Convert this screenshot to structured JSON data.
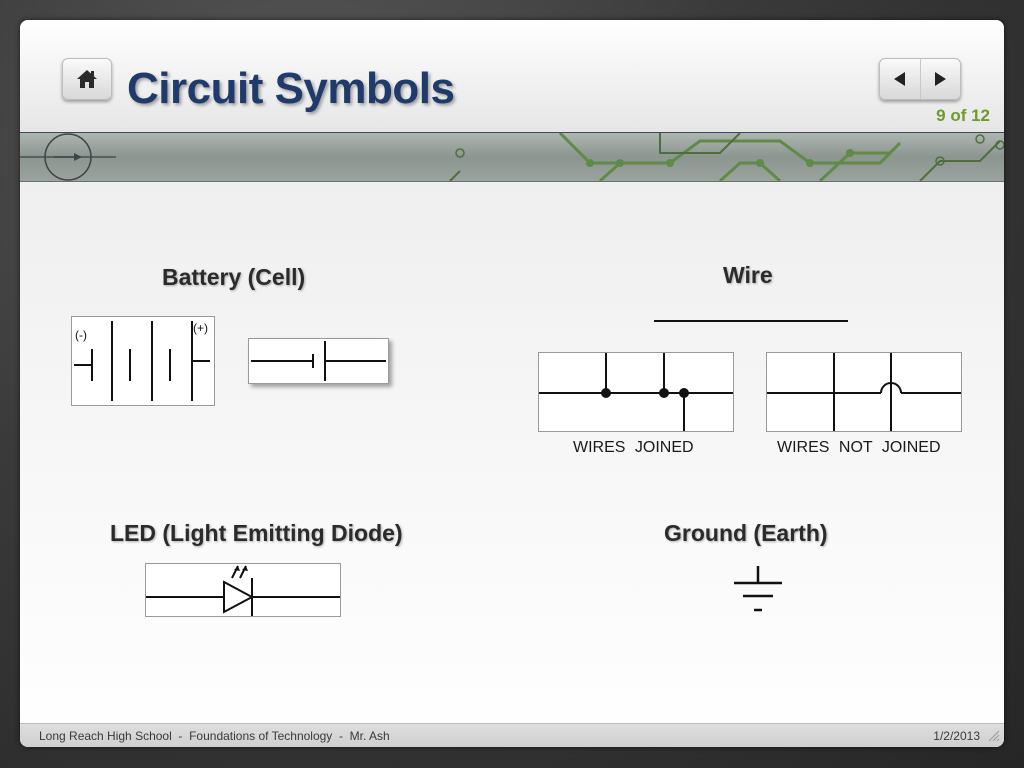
{
  "header": {
    "title": "Circuit Symbols",
    "page_indicator": "9 of 12",
    "home_icon": "home-icon",
    "prev_icon": "arrow-left-icon",
    "next_icon": "arrow-right-icon",
    "title_color": "#1f3a6b",
    "indicator_color": "#6f9a2d"
  },
  "sections": {
    "battery": {
      "title": "Battery (Cell)",
      "negative_label": "(-)",
      "positive_label": "(+)"
    },
    "wire": {
      "title": "Wire",
      "joined_caption": "WIRES JOINED",
      "not_joined_caption": "WIRES NOT JOINED"
    },
    "led": {
      "title": "LED (Light Emitting Diode)"
    },
    "ground": {
      "title": "Ground (Earth)"
    }
  },
  "footer": {
    "text": "Long Reach High School  -  Foundations of Technology  -  Mr. Ash",
    "date": "1/2/2013"
  }
}
